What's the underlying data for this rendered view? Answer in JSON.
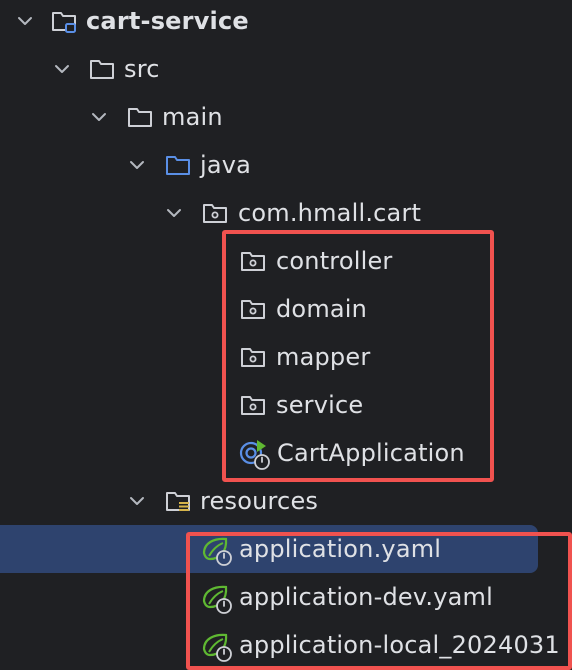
{
  "tree": {
    "project": {
      "label": "cart-service",
      "icon": "module-folder-icon"
    },
    "src": {
      "label": "src",
      "icon": "folder-icon"
    },
    "main": {
      "label": "main",
      "icon": "folder-icon"
    },
    "java": {
      "label": "java",
      "icon": "source-root-folder-icon"
    },
    "package": {
      "label": "com.hmall.cart",
      "icon": "package-icon"
    },
    "controller": {
      "label": "controller",
      "icon": "package-icon"
    },
    "domain": {
      "label": "domain",
      "icon": "package-icon"
    },
    "mapper": {
      "label": "mapper",
      "icon": "package-icon"
    },
    "service": {
      "label": "service",
      "icon": "package-icon"
    },
    "cart_application": {
      "label": "CartApplication",
      "icon": "spring-boot-application-icon"
    },
    "resources": {
      "label": "resources",
      "icon": "resources-folder-icon"
    },
    "application_yaml": {
      "label": "application.yaml",
      "icon": "spring-config-icon"
    },
    "application_dev_yaml": {
      "label": "application-dev.yaml",
      "icon": "spring-config-icon"
    },
    "application_local_yaml": {
      "label": "application-local_2024031",
      "icon": "spring-config-icon"
    }
  },
  "colors": {
    "background": "#1f2023",
    "selection": "#2e436e",
    "highlight_border": "#f0524f",
    "text": "#dfe1e5",
    "source_folder_blue": "#5a8fe6",
    "spring_green": "#5fb832"
  }
}
